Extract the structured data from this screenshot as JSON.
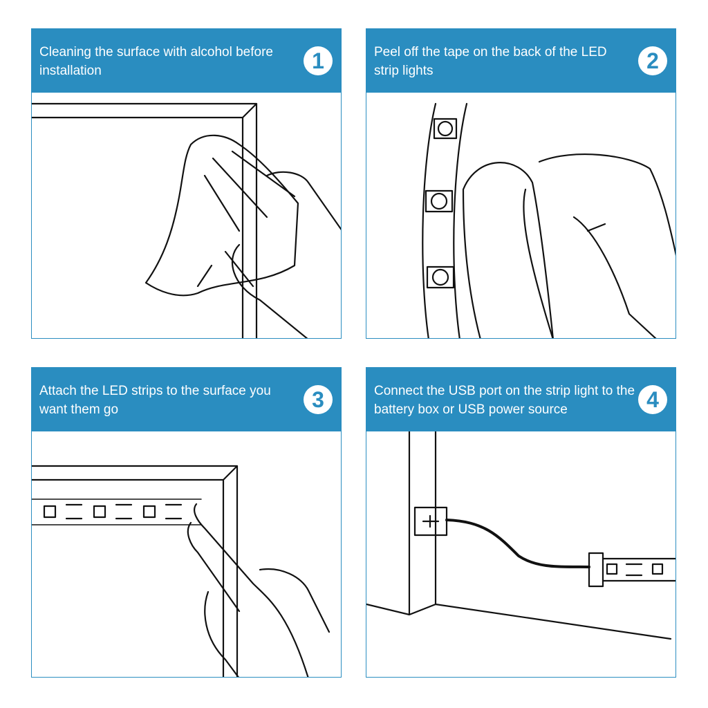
{
  "accent_color": "#2a8dc0",
  "steps": [
    {
      "number": "1",
      "text": "Cleaning the surface with alcohol before installation"
    },
    {
      "number": "2",
      "text": "Peel off the tape on the back of the LED strip lights"
    },
    {
      "number": "3",
      "text": "Attach the LED strips to the surface you want them go"
    },
    {
      "number": "4",
      "text": "Connect the USB port on the strip light to the battery box or USB power source"
    }
  ]
}
